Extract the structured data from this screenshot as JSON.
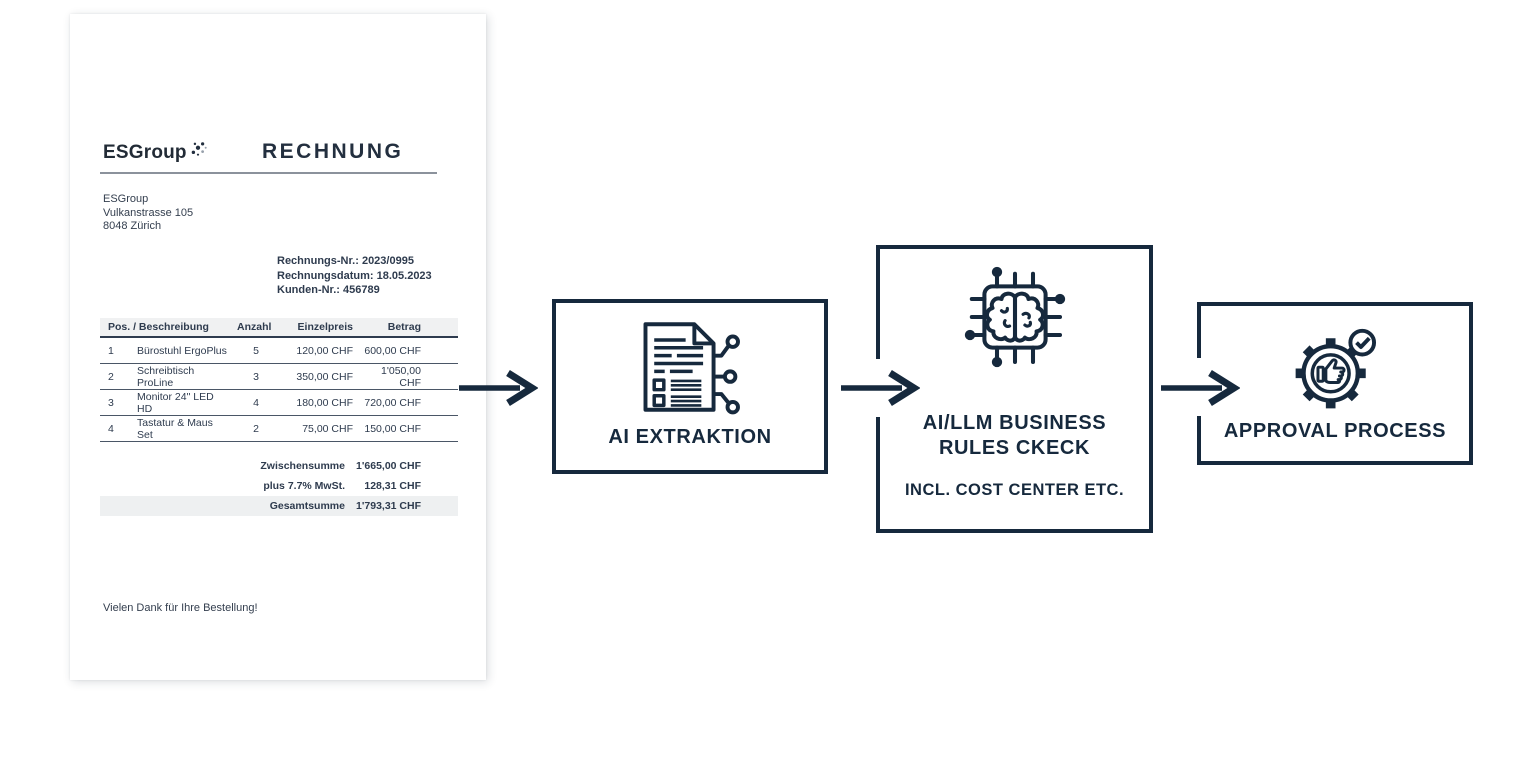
{
  "invoice": {
    "logo_text": "ESGroup",
    "logo_icon": "dot-cluster-icon",
    "title": "RECHNUNG",
    "address_lines": [
      "ESGroup",
      "Vulkanstrasse 105",
      "8048 Zürich"
    ],
    "meta_lines": [
      "Rechnungs-Nr.: 2023/0995",
      "Rechnungsdatum: 18.05.2023",
      "Kunden-Nr.: 456789"
    ],
    "table": {
      "headers": [
        "Pos. / Beschreibung",
        "Anzahl",
        "Einzelpreis",
        "Betrag"
      ],
      "rows": [
        {
          "pos": "1",
          "description": "Bürostuhl ErgoPlus",
          "qty": "5",
          "unit_price": "120,00 CHF",
          "amount": "600,00 CHF"
        },
        {
          "pos": "2",
          "description": "Schreibtisch ProLine",
          "qty": "3",
          "unit_price": "350,00 CHF",
          "amount": "1'050,00 CHF"
        },
        {
          "pos": "3",
          "description": "Monitor 24\" LED HD",
          "qty": "4",
          "unit_price": "180,00 CHF",
          "amount": "720,00 CHF"
        },
        {
          "pos": "4",
          "description": "Tastatur & Maus Set",
          "qty": "2",
          "unit_price": "75,00 CHF",
          "amount": "150,00 CHF"
        }
      ],
      "totals": [
        {
          "label": "Zwischensumme",
          "value": "1'665,00 CHF"
        },
        {
          "label": "plus 7.7% MwSt.",
          "value": "128,31 CHF"
        },
        {
          "label": "Gesamtsumme",
          "value": "1'793,31 CHF"
        }
      ]
    },
    "footer": "Vielen Dank für Ihre Bestellung!"
  },
  "flow": {
    "steps": [
      {
        "label": "AI EXTRAKTION",
        "icon": "document-extraction-icon"
      },
      {
        "label_line1": "AI/LLM BUSINESS",
        "label_line2": "RULES CKECK",
        "sublabel": "INCL. COST CENTER ETC.",
        "icon": "ai-chip-brain-icon"
      },
      {
        "label": "APPROVAL PROCESS",
        "icon": "gear-thumbs-up-check-icon"
      }
    ],
    "arrow_icon": "arrow-right-icon"
  },
  "colors": {
    "navy": "#16293d",
    "invoice_text": "#2e3b4e",
    "rule_gray": "#8b929c",
    "header_row_bg": "#f0f1f2",
    "total_row_bg": "#eef0f1",
    "background": "#ffffff"
  }
}
